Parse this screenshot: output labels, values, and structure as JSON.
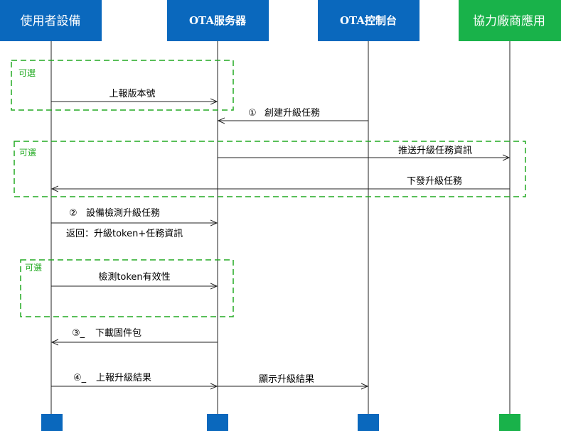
{
  "participants": [
    {
      "label": "使用者設備",
      "color": "#0a68bd"
    },
    {
      "label": "OTA服务器",
      "color": "#0a68bd"
    },
    {
      "label": "OTA控制台",
      "color": "#0a68bd"
    },
    {
      "label": "協力廠商應用",
      "color": "#19b24a"
    }
  ],
  "optional_label": "可選",
  "messages": {
    "report_version": "上報版本號",
    "create_task_num": "①",
    "create_task": "創建升級任務",
    "push_task_info": "推送升級任務資訊",
    "issue_task": "下發升級任務",
    "device_check_num": "②",
    "device_check": "設備檢測升級任務",
    "return_token": "返回：升級token+任務資訊",
    "validate_token": "檢測token有效性",
    "download_num": "③_",
    "download": "下載固件包",
    "report_result_num": "④_",
    "report_result": "上報升級結果",
    "show_result": "顯示升級結果"
  },
  "colors": {
    "line": "#222222",
    "optional_box": "#22aa22",
    "blue": "#0a68bd",
    "green": "#19b24a"
  }
}
